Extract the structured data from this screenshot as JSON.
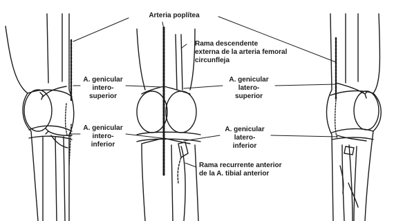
{
  "labels": {
    "arteria_poplitea": "Arteria poplítea",
    "rama_desc_1": "Rama descendente",
    "rama_desc_2": "externa de la arteria femoral",
    "rama_desc_3": "circunfleja",
    "gen_intero_sup_1": "A. genicular",
    "gen_intero_sup_2": "intero-",
    "gen_intero_sup_3": "superior",
    "gen_intero_inf_1": "A. genicular",
    "gen_intero_inf_2": "intero-",
    "gen_intero_inf_3": "inferior",
    "gen_latero_sup_1": "A. genicular",
    "gen_latero_sup_2": "latero-",
    "gen_latero_sup_3": "superior",
    "gen_latero_inf_1": "A. genicular",
    "gen_latero_inf_2": "latero-",
    "gen_latero_inf_3": "inferior",
    "rama_rec_1": "Rama recurrente anterior",
    "rama_rec_2": "de la A. tibial anterior"
  }
}
